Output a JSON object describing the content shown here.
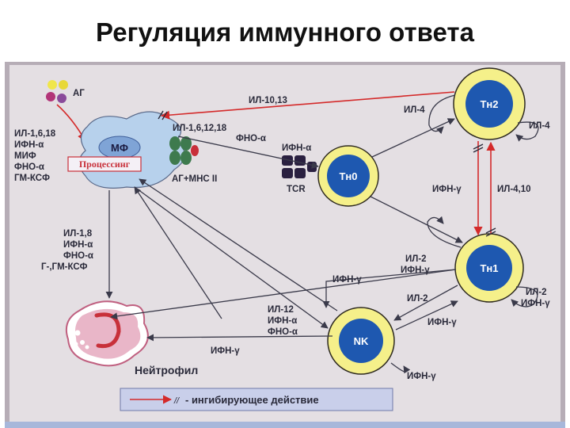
{
  "title": "Регуляция иммунного ответа",
  "cells": {
    "mf": "МФ",
    "processing": "Процессинг",
    "th0": "Тн0",
    "th1": "Тн1",
    "th2": "Тн2",
    "nk": "NK",
    "neutrophil": "Нейтрофил"
  },
  "labels": {
    "ag": "АГ",
    "ag_mhc": "АГ+МНС II",
    "tcr": "TCR",
    "mf_left": [
      "ИЛ-1,6,18",
      "ИФН-α",
      "МИФ",
      "ФНО-α",
      "ГМ-КСФ"
    ],
    "mf_to_th0_a": "ИЛ-1,6,12,18",
    "mf_to_th0_b": "ФНО-α",
    "th0_ifn": "ИФН-α",
    "th2_to_mf": "ИЛ-10,13",
    "th2_il4_left": "ИЛ-4",
    "th2_il4_self": "ИЛ-4",
    "ifng_mid": "ИФН-γ",
    "il4_10": "ИЛ-4,10",
    "th1_in": [
      "ИЛ-2",
      "ИФН-γ"
    ],
    "th1_self": [
      "ИЛ-2",
      "ИФН-γ"
    ],
    "ifng_th1_left": "ИФН-γ",
    "il2_nk": "ИЛ-2",
    "ifng_nk": "ИФН-γ",
    "to_nk": [
      "ИЛ-12",
      "ИФН-α",
      "ФНО-α"
    ],
    "to_neutro": [
      "ИЛ-1,8",
      "ИФН-α",
      "ФНО-α",
      "Г-,ГМ-КСФ"
    ],
    "ifng_neutro": "ИФН-γ",
    "nk_self": "ИФН-γ"
  },
  "legend": {
    "symbol": "//",
    "text": "- ингибирующее действие"
  },
  "colors": {
    "panel": "#e4dfe3",
    "frame": "#b6adb6",
    "cell_ring": "#f5f08a",
    "cell_core": "#1e58b0",
    "mf_fill": "#b7d1ec",
    "neutro_fill": "#e9b6c8",
    "arrow": "#3a3a4a",
    "inhibit": "#d42a2a",
    "legend_box": "#c9cfea"
  }
}
